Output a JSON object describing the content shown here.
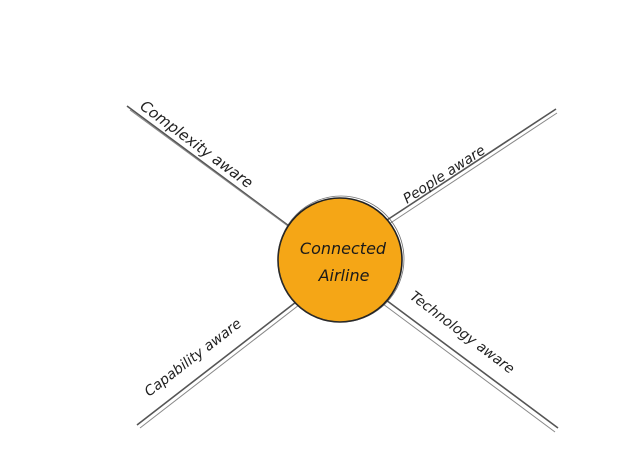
{
  "diagram": {
    "center": {
      "line1": "Connected",
      "line2": "Airline",
      "fill": "#f5a616",
      "stroke": "#222222"
    },
    "arms": [
      {
        "id": "complexity",
        "label": "Complexity aware"
      },
      {
        "id": "people",
        "label": "People aware"
      },
      {
        "id": "capability",
        "label": "Capability aware"
      },
      {
        "id": "technology",
        "label": "Technology aware"
      }
    ],
    "line_color": "#555555"
  }
}
